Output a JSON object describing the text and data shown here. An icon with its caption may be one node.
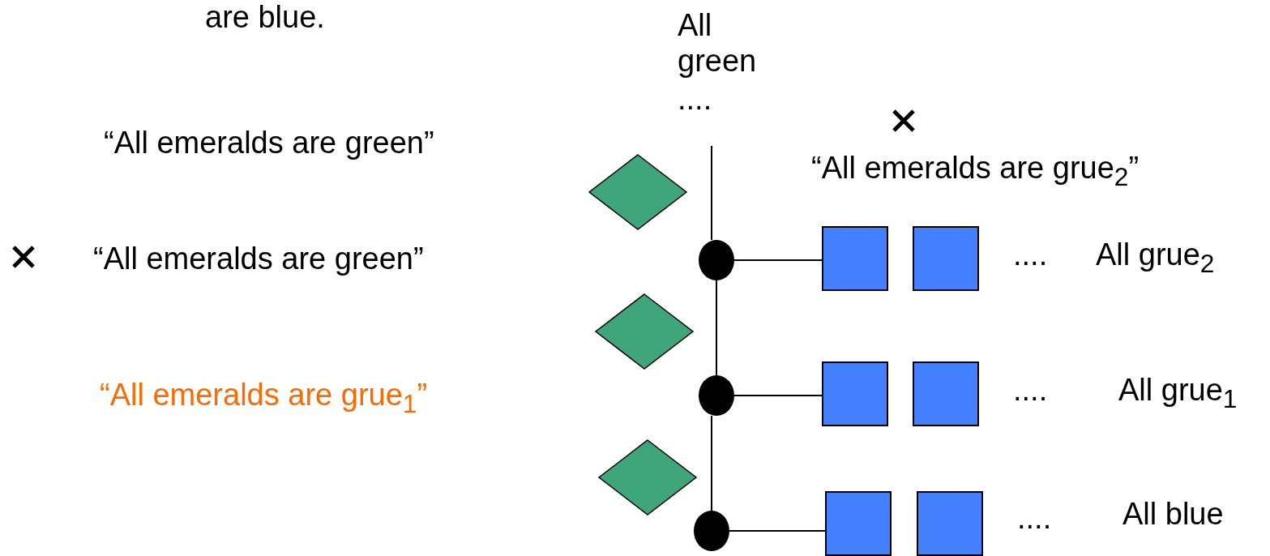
{
  "diagram": {
    "nodes": [
      {
        "text": [
          "All green",
          "...."
        ]
      },
      {
        "text": [],
        "shape": "circle"
      },
      {
        "text": [],
        "shape": "circle"
      },
      {
        "text": [],
        "shape": "circle"
      },
      {
        "text": [],
        "shape": "box"
      },
      {
        "text": [],
        "shape": "box"
      },
      {
        "text": [],
        "shape": "box"
      },
      {
        "text": [],
        "shape": "box"
      },
      {
        "text": [],
        "shape": "box"
      },
      {
        "text": [],
        "shape": "box"
      },
      {
        "text": [],
        "shape": "diamond"
      },
      {
        "text": [],
        "shape": "diamond"
      },
      {
        "text": [],
        "shape": "diamond"
      }
    ],
    "edges": [
      {
        "from": 0,
        "to": 1,
        "arrow": "none"
      },
      {
        "from": 1,
        "to": 2,
        "arrow": "none"
      },
      {
        "from": 2,
        "to": 3,
        "arrow": "none"
      },
      {
        "from": 1,
        "to": 4,
        "arrow": "none"
      },
      {
        "from": 2,
        "to": 6,
        "arrow": "none"
      },
      {
        "from": 3,
        "to": 8,
        "arrow": "none"
      }
    ],
    "labels": [
      "are blue.",
      "“All emeralds are green”",
      "“All emeralds are green”",
      "“All emeralds are grue$_{1}$”",
      "“All emeralds are grue$_{2}$”",
      "....",
      "All grue$_{2}$",
      "....",
      "All grue$_{1}$",
      "....",
      "All blue"
    ]
  }
}
